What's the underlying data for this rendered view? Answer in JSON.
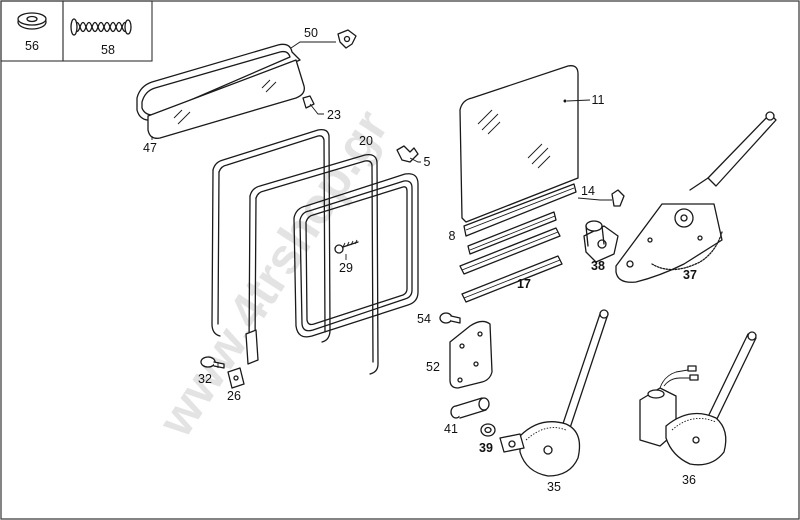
{
  "watermark": "www.4trshop.gr",
  "inset_labels": {
    "a": "56",
    "b": "58"
  },
  "labels": {
    "p50": "50",
    "p23": "23",
    "p20": "20",
    "p5": "5",
    "p47": "47",
    "p29": "29",
    "p32": "32",
    "p26": "26",
    "p11": "11",
    "p8": "8",
    "p14": "14",
    "p17": "17",
    "p38": "38",
    "p37": "37",
    "p54": "54",
    "p52": "52",
    "p41": "41",
    "p39": "39",
    "p35": "35",
    "p36": "36"
  }
}
